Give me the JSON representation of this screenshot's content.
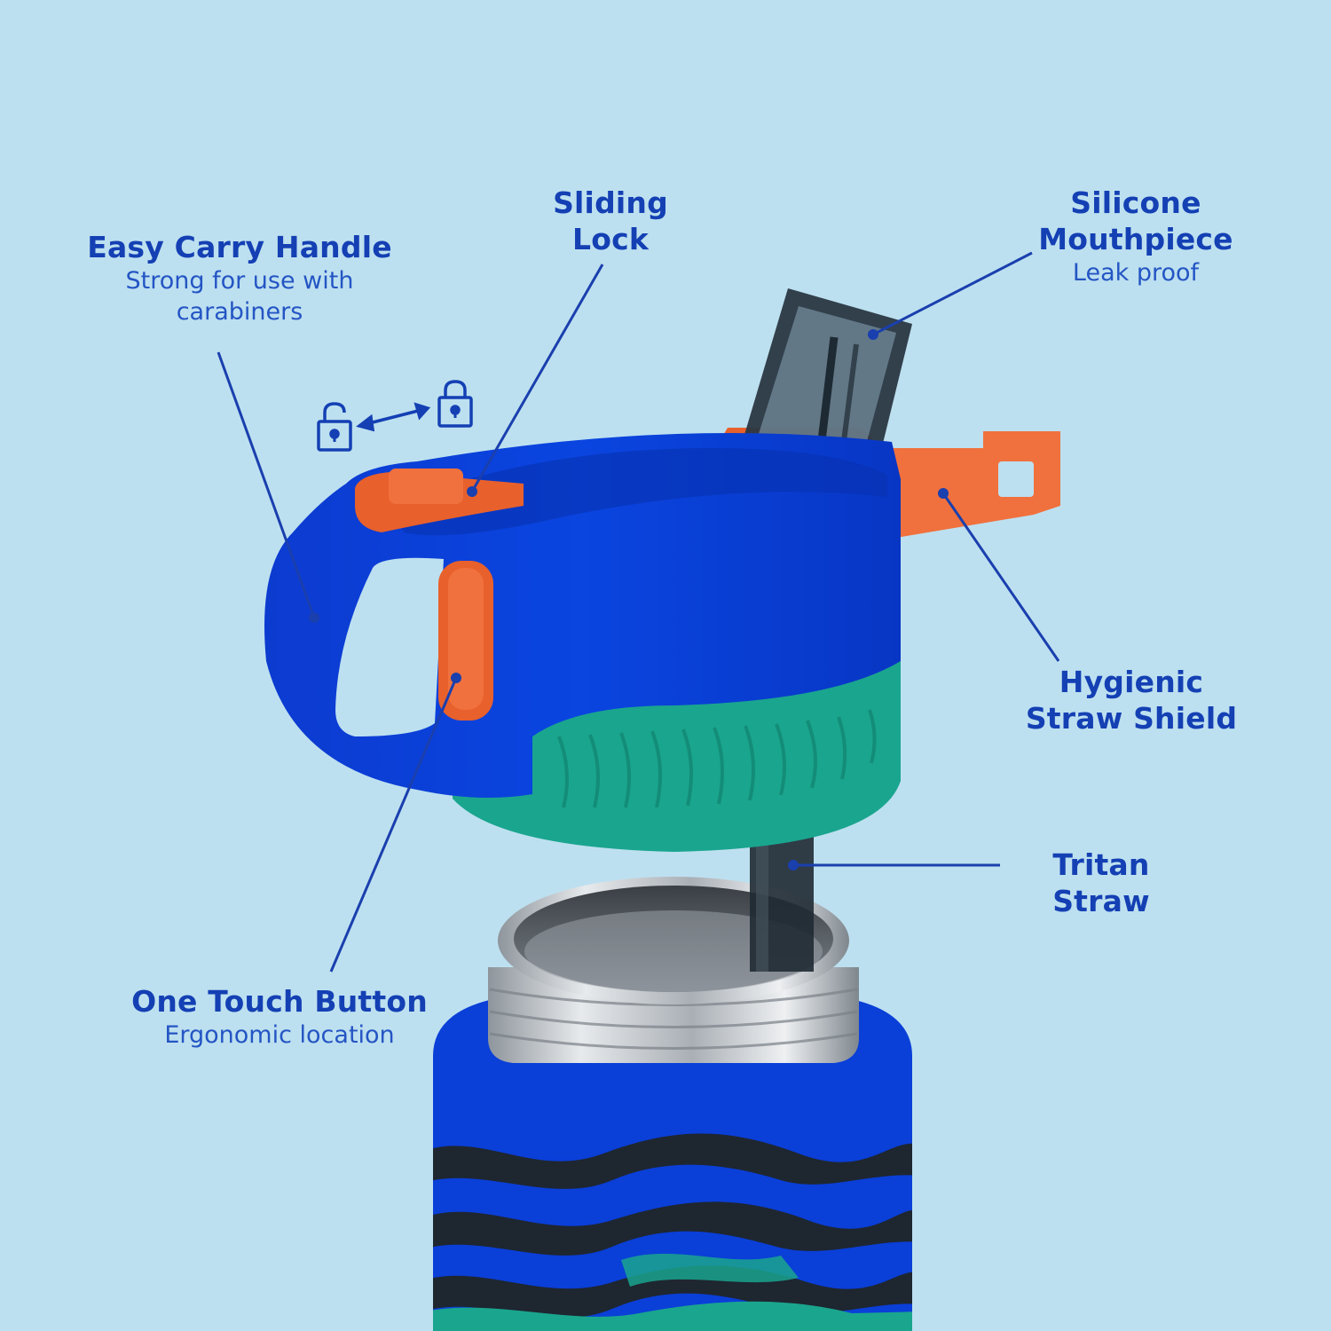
{
  "colors": {
    "background": "#bde0f0",
    "label_text": "#1440b4",
    "leader_line": "#1a3fae",
    "lid_blue": "#0a3fd8",
    "accent_orange": "#f0713d",
    "grip_teal": "#1aa58e",
    "steel": "#c9cdd2",
    "straw_dark": "#1f2a33"
  },
  "callouts": {
    "easy_carry": {
      "title": "Easy Carry Handle",
      "sub": "Strong for use with\ncarabiners"
    },
    "sliding_lock": {
      "title": "Sliding\nLock"
    },
    "silicone": {
      "title": "Silicone\nMouthpiece",
      "sub": "Leak proof"
    },
    "hygienic": {
      "title": "Hygienic\nStraw Shield"
    },
    "tritan": {
      "title": "Tritan Straw"
    },
    "one_touch": {
      "title": "One Touch Button",
      "sub": "Ergonomic location"
    }
  },
  "icons": {
    "unlocked": "padlock-open-icon",
    "locked": "padlock-closed-icon",
    "toggle": "double-arrow-icon"
  }
}
